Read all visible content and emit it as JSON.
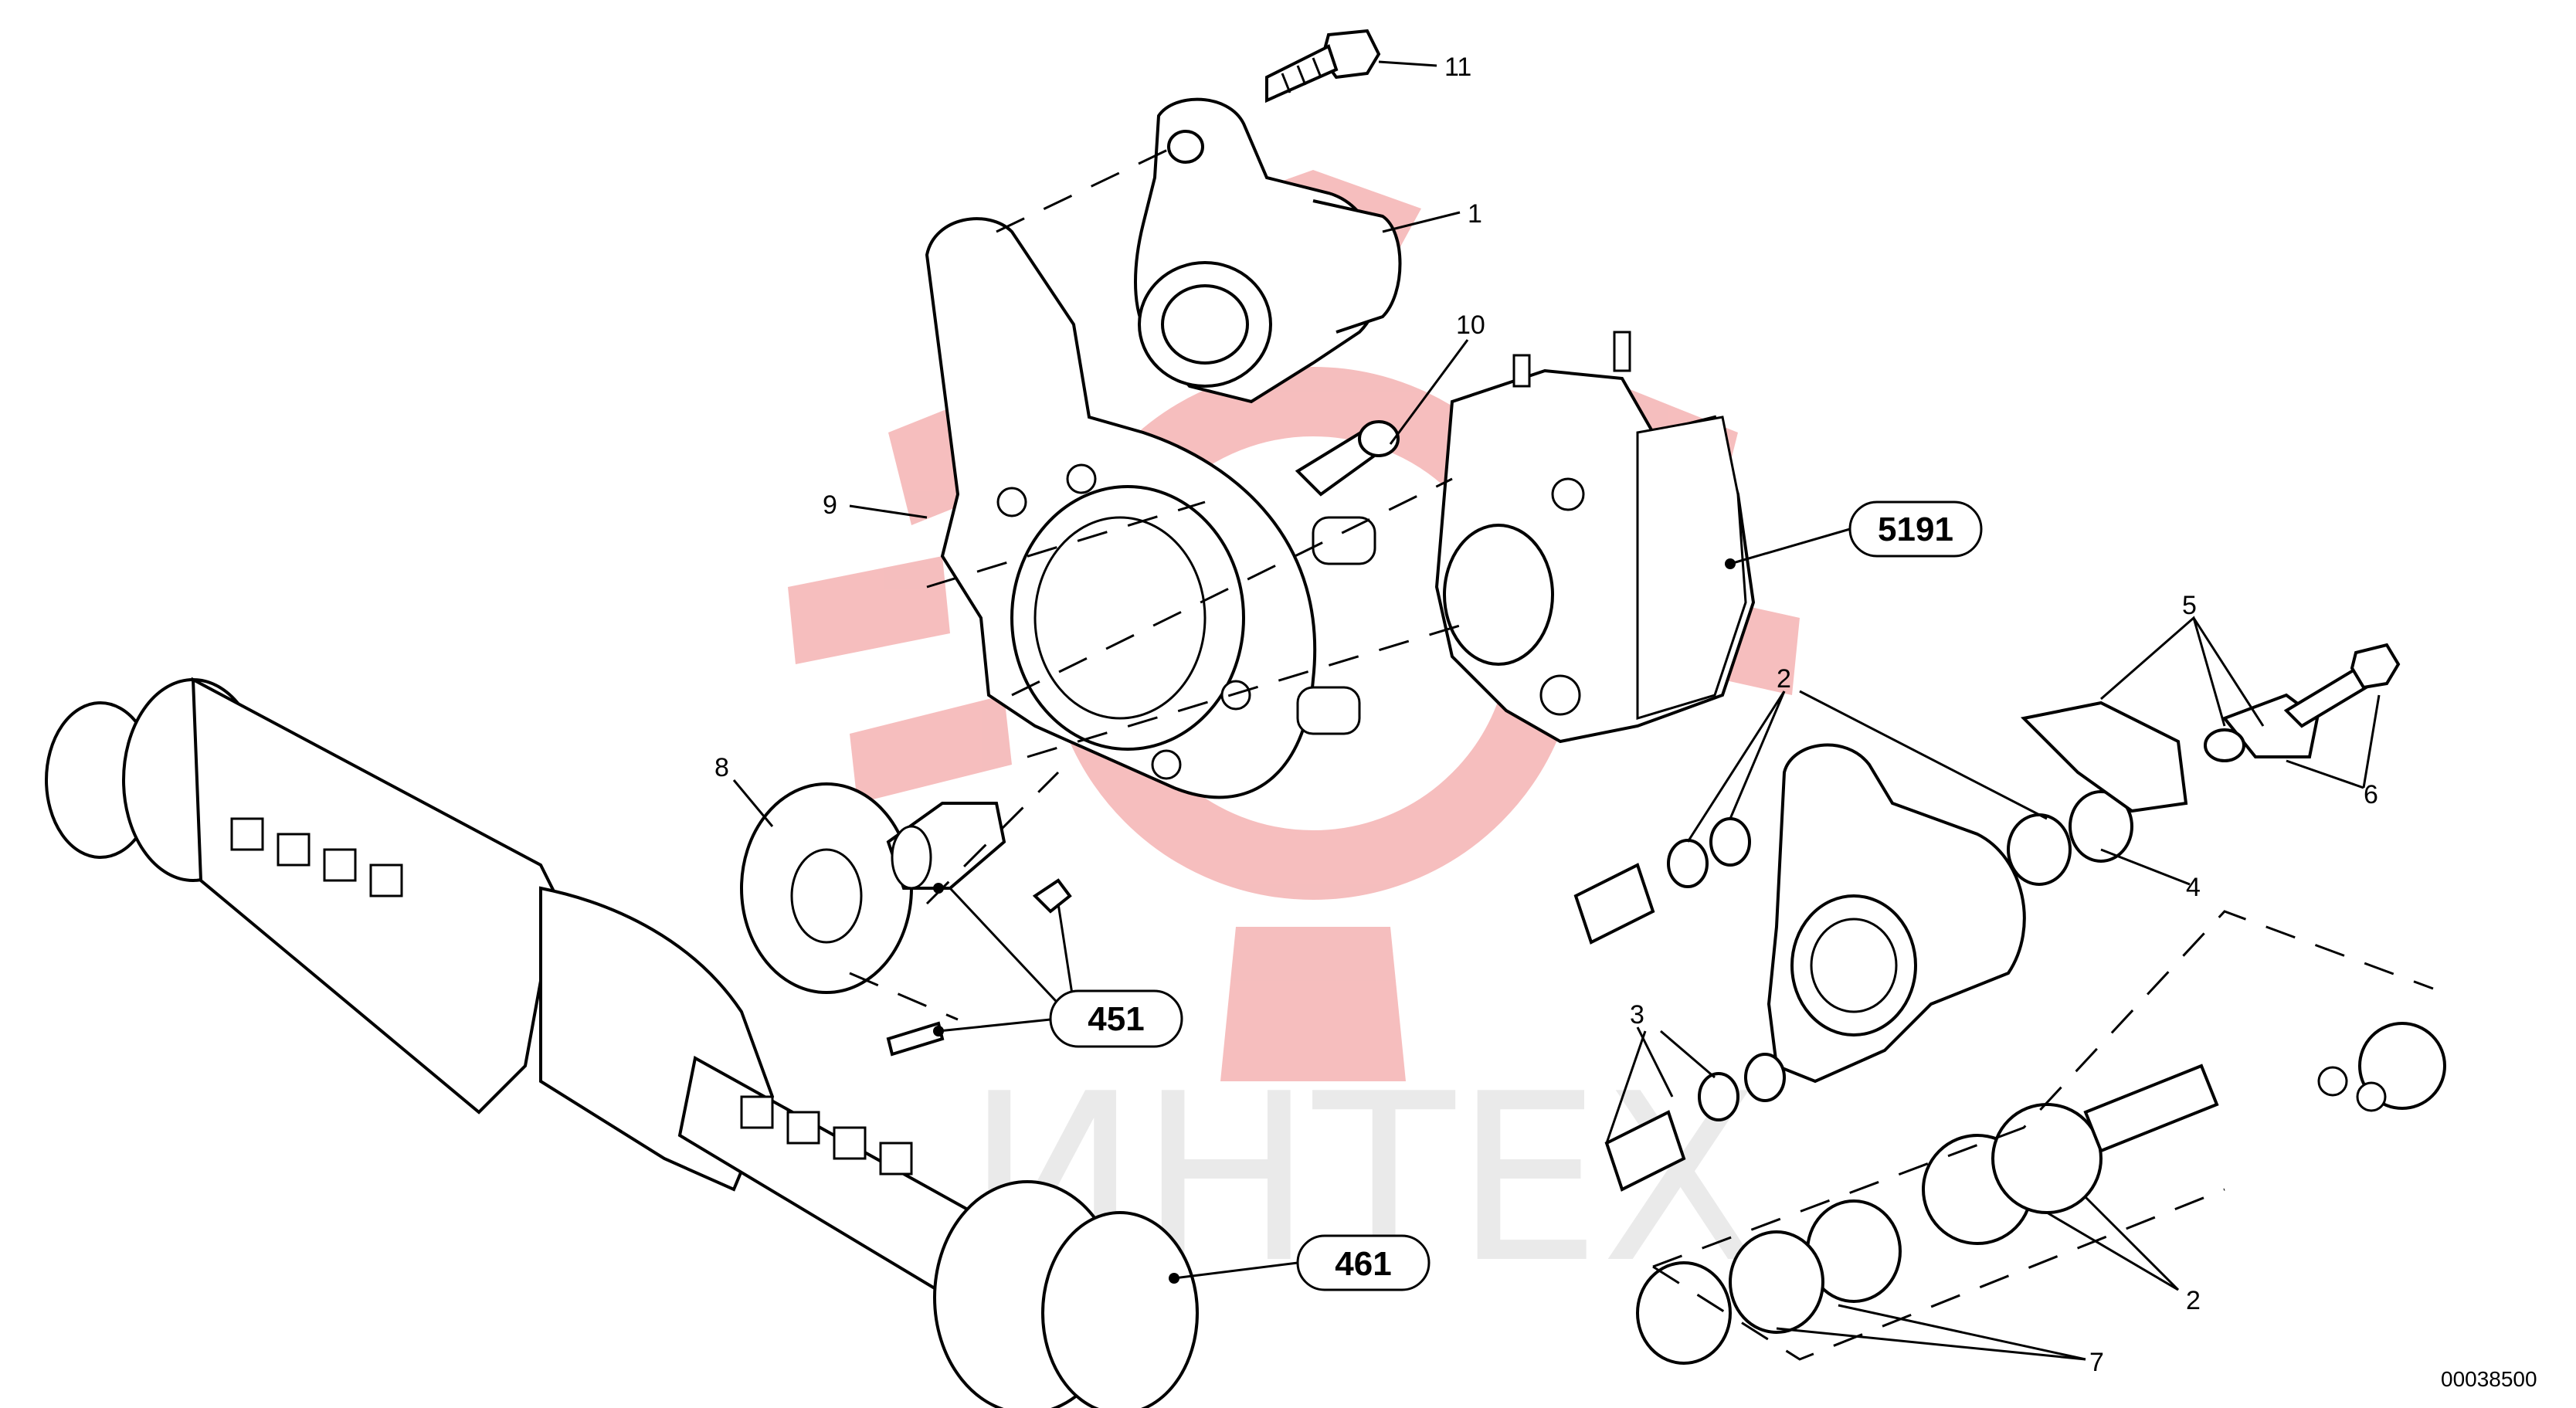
{
  "watermark": {
    "text": "ИНТЕХ",
    "color": "#f4b3b3"
  },
  "labels": {
    "l1": "1",
    "l2a": "2",
    "l2b": "2",
    "l3": "3",
    "l4": "4",
    "l5": "5",
    "l6": "6",
    "l7": "7",
    "l8": "8",
    "l9": "9",
    "l10": "10",
    "l11": "11"
  },
  "callouts": {
    "c5191": "5191",
    "c451": "451",
    "c461": "461"
  },
  "drawing_code": "00038500"
}
